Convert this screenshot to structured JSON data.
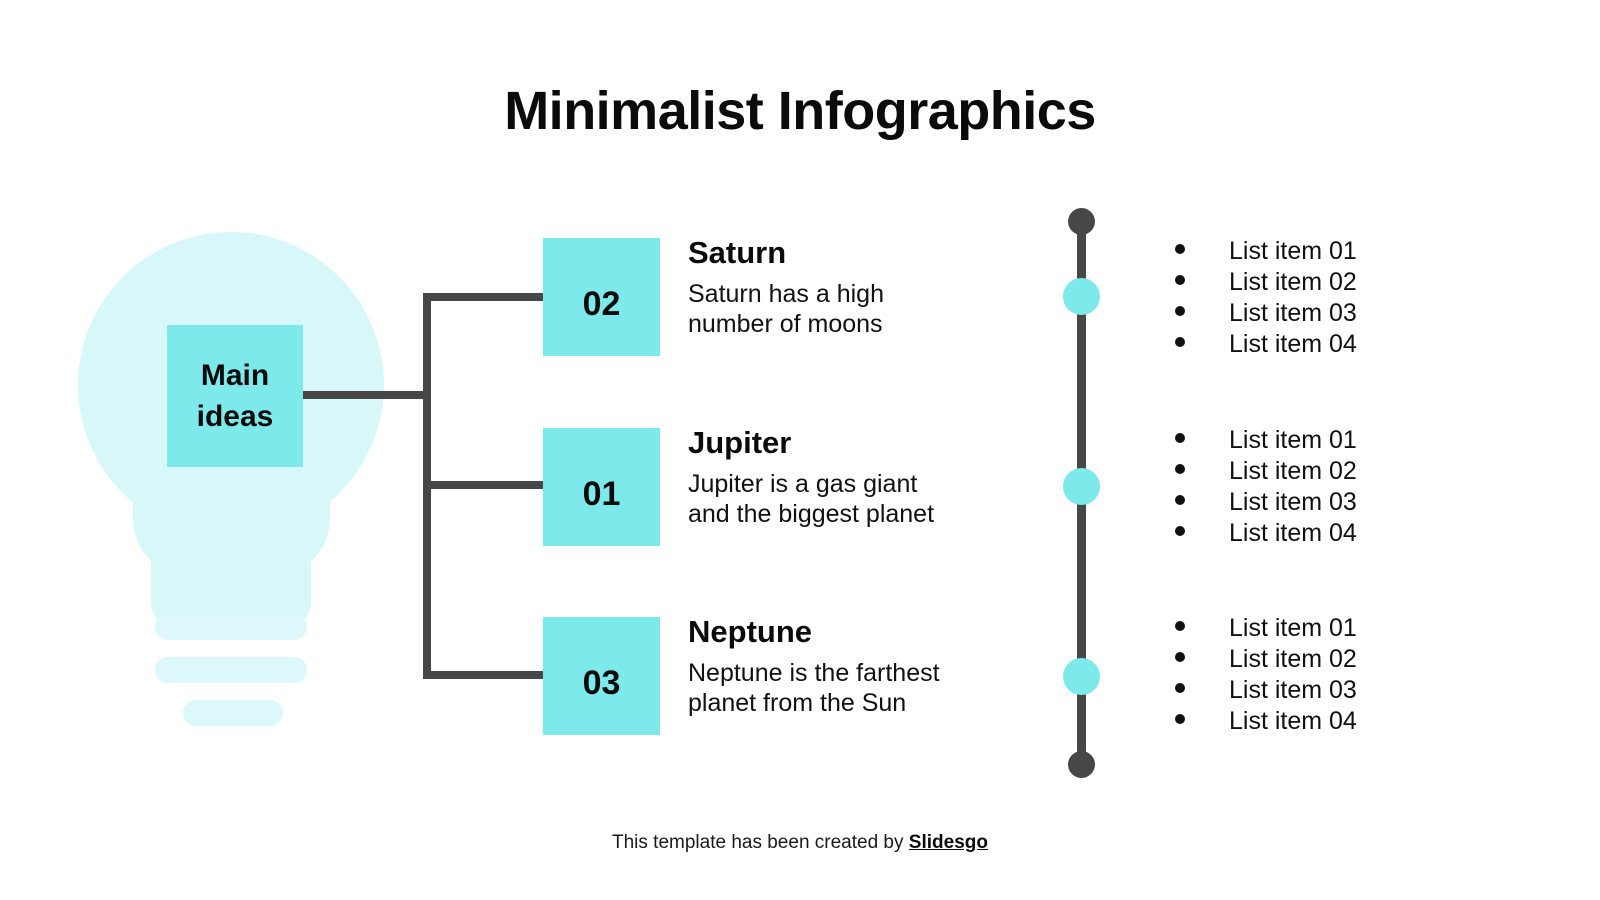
{
  "slide": {
    "title": "Minimalist Infographics",
    "background_color": "#ffffff"
  },
  "colors": {
    "accent_cyan": "#7de9ea",
    "bulb_pale": "#d7f7f8",
    "bulb_base_pale": "#ddf8fa",
    "line_dark": "#474747",
    "text_dark": "#0b0b0b"
  },
  "central_node": {
    "label_line_1": "Main",
    "label_line_2": "ideas",
    "icon": "lightbulb-icon"
  },
  "steps": [
    {
      "number": "02",
      "title": "Saturn",
      "description_line_1": "Saturn has a high",
      "description_line_2": "number of moons"
    },
    {
      "number": "01",
      "title": "Jupiter",
      "description_line_1": "Jupiter is a gas giant",
      "description_line_2": "and the biggest planet"
    },
    {
      "number": "03",
      "title": "Neptune",
      "description_line_1": "Neptune is the farthest",
      "description_line_2": "planet from the Sun"
    }
  ],
  "list_groups": [
    {
      "items": [
        "List item 01",
        "List item 02",
        "List item 03",
        "List item 04"
      ]
    },
    {
      "items": [
        "List item 01",
        "List item 02",
        "List item 03",
        "List item 04"
      ]
    },
    {
      "items": [
        "List item 01",
        "List item 02",
        "List item 03",
        "List item 04"
      ]
    }
  ],
  "footer": {
    "text": "This template has been created by",
    "link_label": "Slidesgo"
  }
}
